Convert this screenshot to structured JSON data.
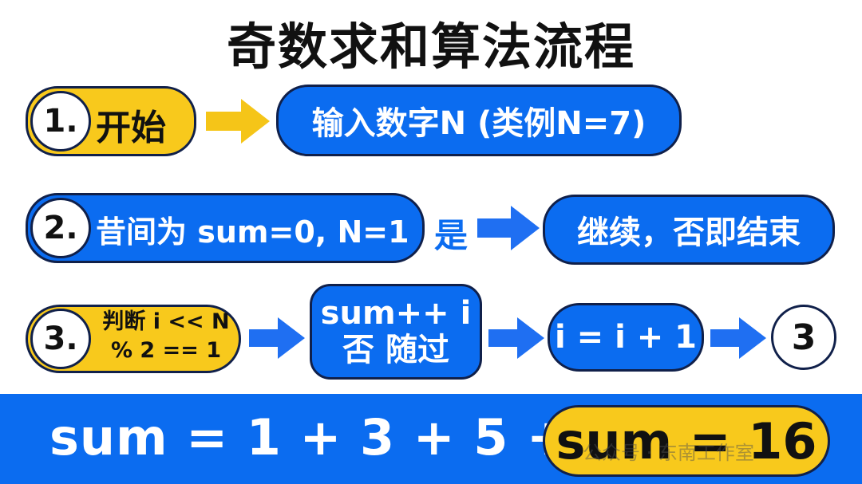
{
  "title": "奇数求和算法流程",
  "row1": {
    "step_num": "1.",
    "step_label": "开始",
    "input_label": "输入数字N (类例N=7)"
  },
  "row2": {
    "step_num": "2.",
    "step_label": "昔间为 sum=0, N=1",
    "yes_label": "是",
    "continue_label": "继续，否即结束"
  },
  "row3": {
    "step_num": "3.",
    "check_line1": "判断 i << N",
    "check_line2": "% 2 == 1",
    "sum_line1": "sum++ i",
    "sum_line2": "否 随过",
    "incr_label": "i = i + 1",
    "loop_label": "3"
  },
  "bottom": {
    "equation": "sum = 1 + 3 + 5 + 7",
    "result": "sum = 16",
    "watermark": "公众号 · 东南工作室"
  },
  "colors": {
    "blue": "#0b6cf0",
    "yellow": "#f8c91c",
    "arrow_blue": "#1f6ff2",
    "arrow_yellow": "#f5c518"
  }
}
